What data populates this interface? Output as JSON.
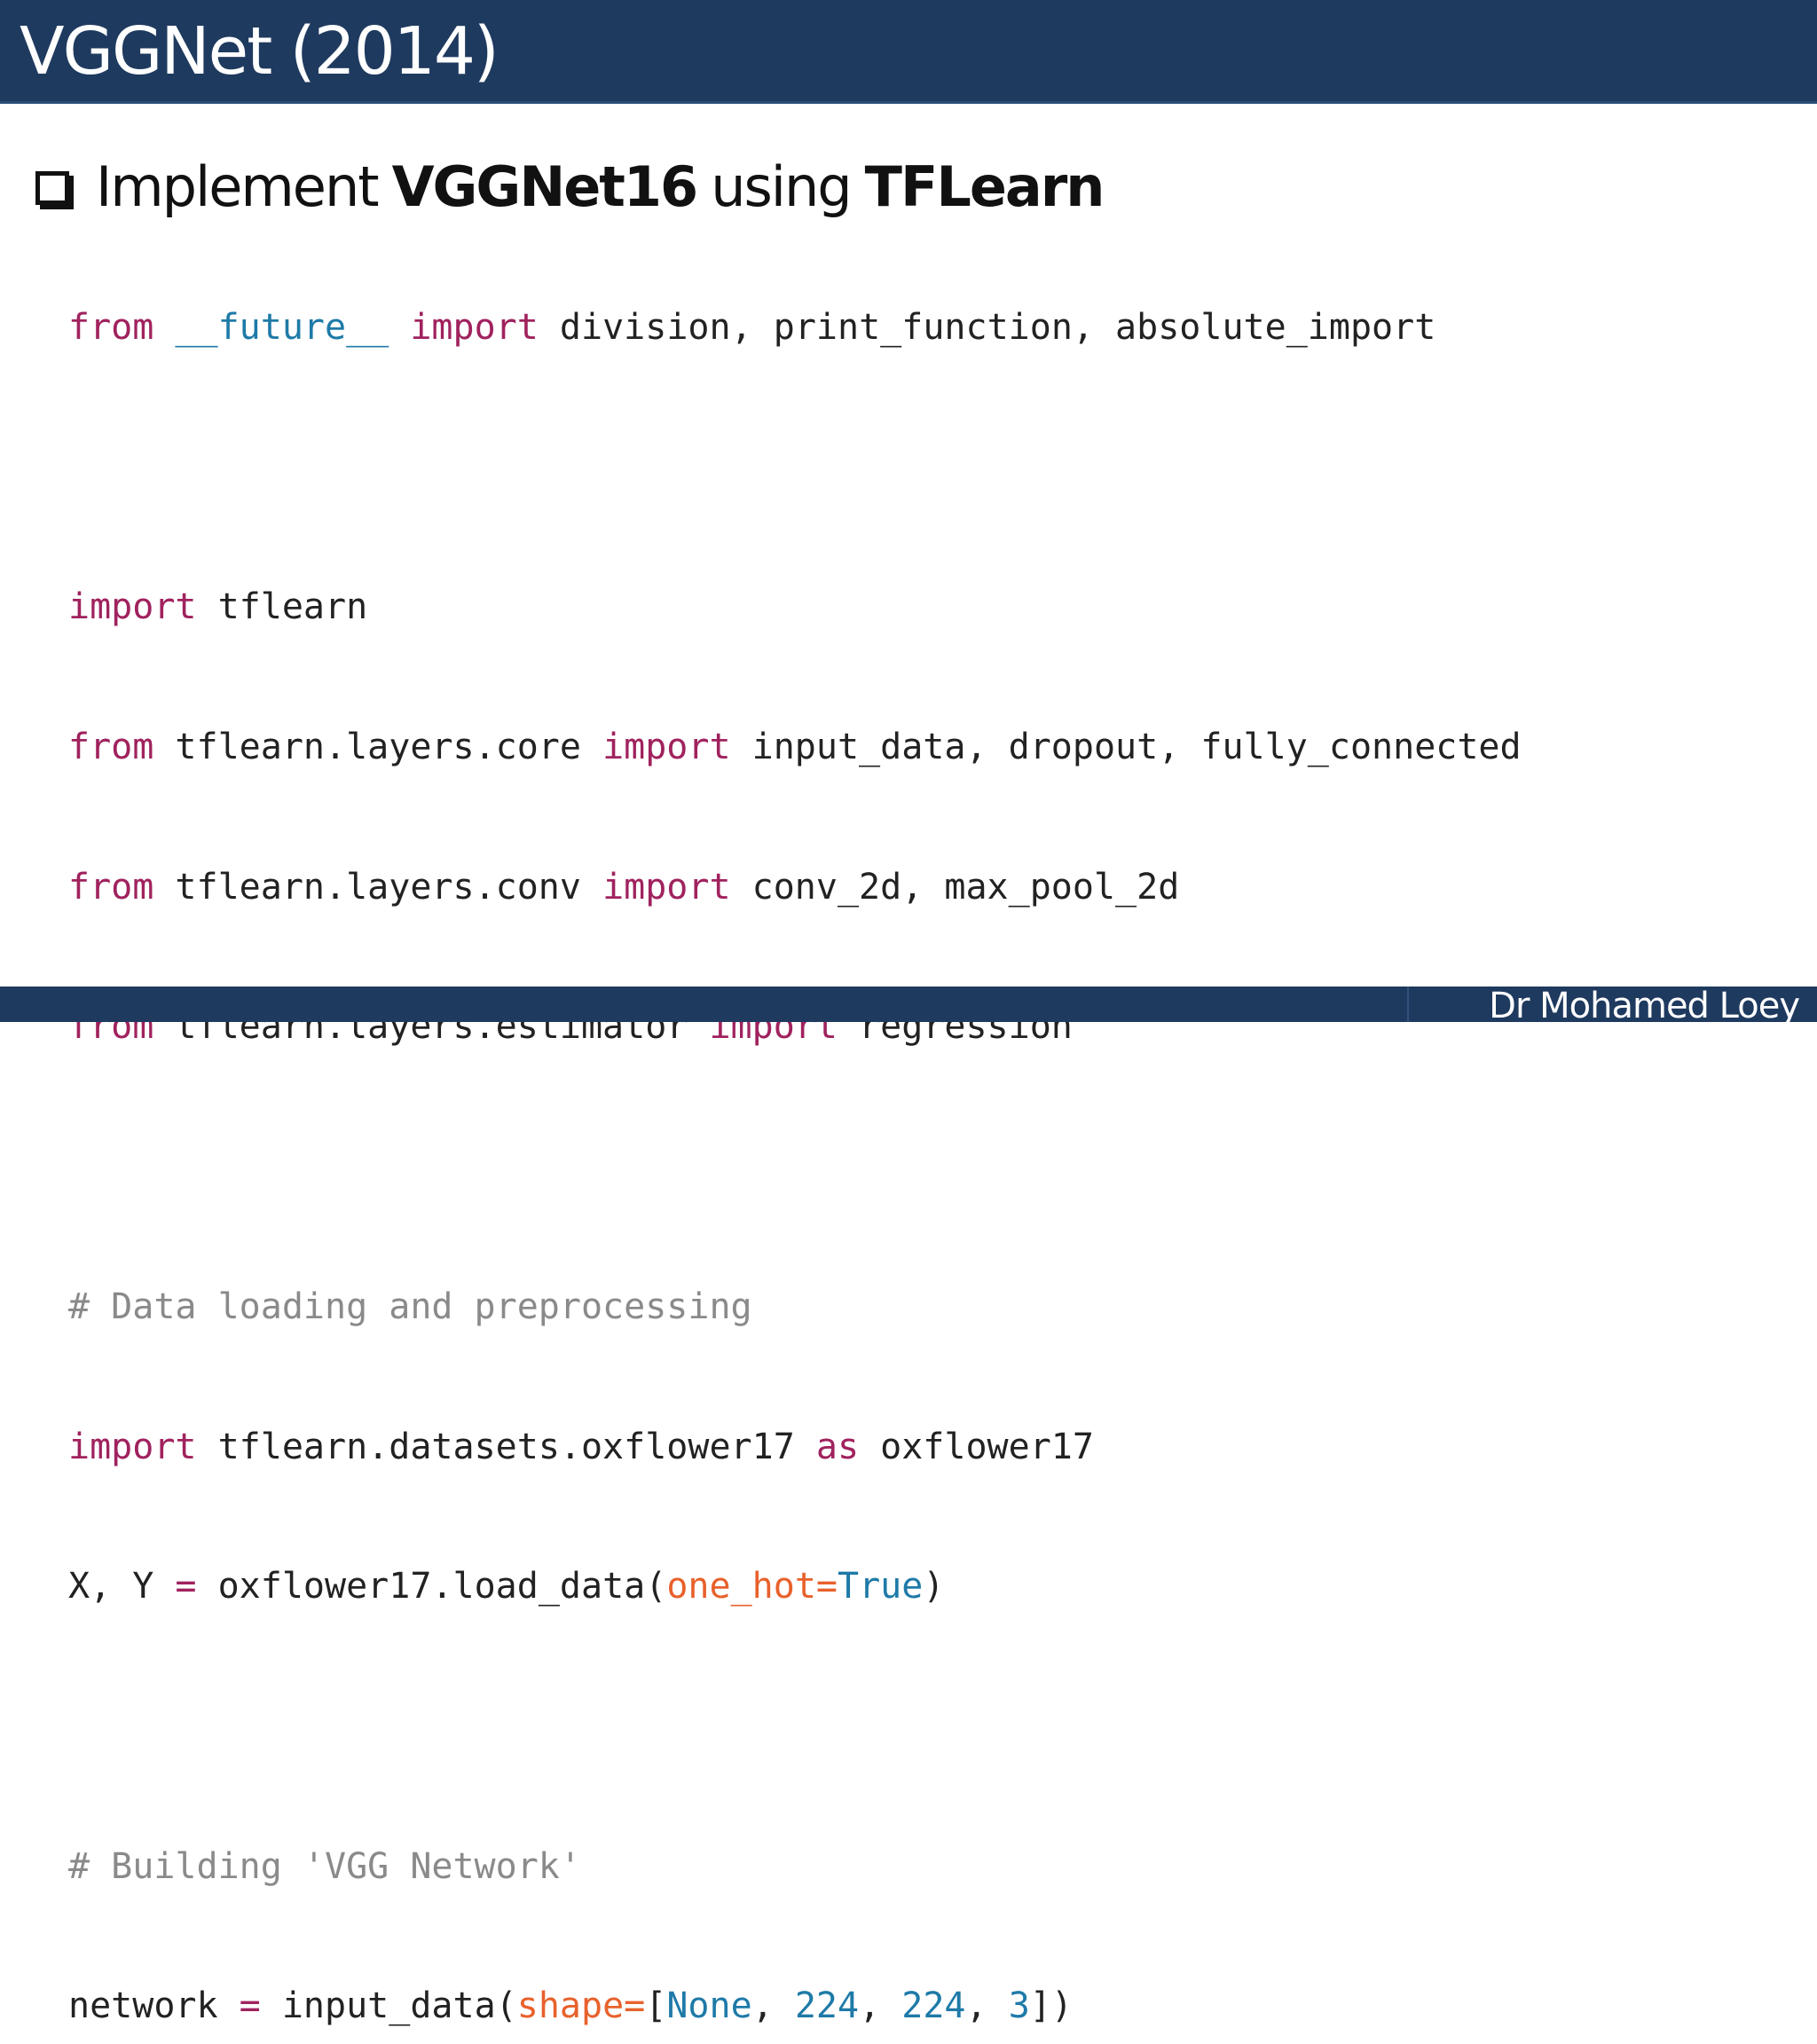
{
  "slide": {
    "title": "VGGNet (2014)",
    "heading": {
      "part1": "Implement",
      "part2": "VGGNet16",
      "part3": "using",
      "part4": "TFLearn"
    },
    "footer": "Dr Mohamed Loey"
  },
  "code": {
    "l1": {
      "t1": "from",
      "t2": " ",
      "t3": "__future__",
      "t4": " ",
      "t5": "import",
      "t6": " division, print_function, absolute_import"
    },
    "l2": "",
    "l3": {
      "t1": "import",
      "t2": " tflearn"
    },
    "l4": {
      "t1": "from",
      "t2": " tflearn.layers.core ",
      "t3": "import",
      "t4": " input_data, dropout, fully_connected"
    },
    "l5": {
      "t1": "from",
      "t2": " tflearn.layers.conv ",
      "t3": "import",
      "t4": " conv_2d, max_pool_2d"
    },
    "l6": {
      "t1": "from",
      "t2": " tflearn.layers.estimator ",
      "t3": "import",
      "t4": " regression"
    },
    "l7": "",
    "l8": {
      "t1": "# Data loading and preprocessing"
    },
    "l9": {
      "t1": "import",
      "t2": " tflearn.datasets.oxflower17 ",
      "t3": "as",
      "t4": " oxflower17"
    },
    "l10": {
      "t1": "X, Y ",
      "t2": "=",
      "t3": " oxflower17.load_data(",
      "t4": "one_hot",
      "t5": "=",
      "t6": "True",
      "t7": ")"
    },
    "l11": "",
    "l12": {
      "t1": "# Building 'VGG Network'"
    },
    "l13": {
      "t1": "network ",
      "t2": "=",
      "t3": " input_data(",
      "t4": "shape",
      "t5": "=",
      "t6": "[",
      "t7": "None",
      "t8": ", ",
      "t9": "224",
      "t10": ", ",
      "t11": "224",
      "t12": ", ",
      "t13": "3",
      "t14": "])"
    }
  },
  "colors": {
    "title_bar": "#1f3a5f",
    "keyword": "#a0225e",
    "builtin": "#1e7aa8",
    "comment": "#8a8a8a",
    "param": "#e8612c"
  }
}
